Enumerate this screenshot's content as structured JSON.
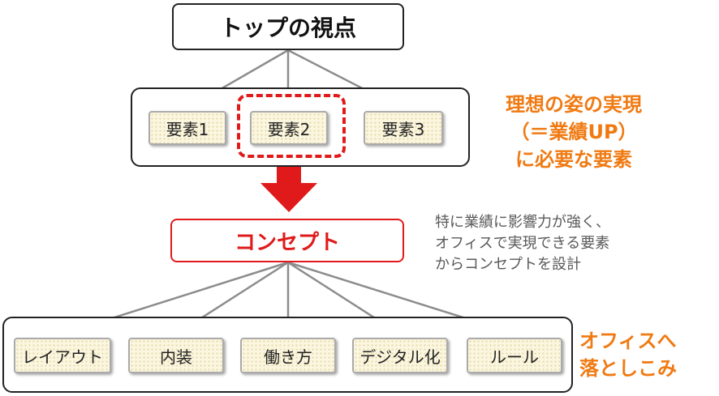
{
  "top": {
    "label": "トップの視点"
  },
  "elements": [
    "要素1",
    "要素2",
    "要素3"
  ],
  "side_note_top": [
    "理想の姿の実現",
    "（＝業績UP）",
    "に必要な要素"
  ],
  "concept": {
    "label": "コンセプト"
  },
  "side_note_mid": [
    "特に業績に影響力が強く、",
    "オフィスで実現できる要素",
    "からコンセプトを設計"
  ],
  "bottom_items": [
    "レイアウト",
    "内装",
    "働き方",
    "デジタル化",
    "ルール"
  ],
  "side_note_bottom": [
    "オフィスへ",
    "落としこみ"
  ],
  "colors": {
    "accent_red": "#e01a1a",
    "note_orange": "#f07a12",
    "arrow_gray": "#8c8c8c"
  }
}
